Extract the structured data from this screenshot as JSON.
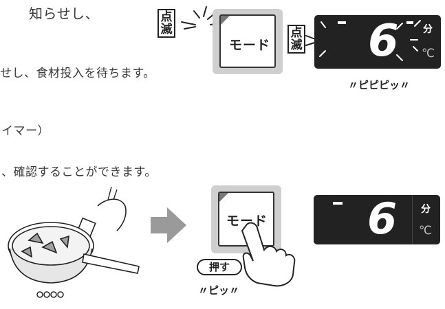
{
  "text_lines": [
    "知らせし、",
    "せし、食材投入を待ちます。",
    "イマー）",
    "、確認することができます。"
  ],
  "blink_tag": "点\n滅",
  "mode_button_label": "モード",
  "display": {
    "digit": "6",
    "unit_minutes": "分",
    "unit_celsius": "℃"
  },
  "sound_top": "ピピピッ",
  "sound_bottom": "ピッ",
  "press_label": "押す",
  "icons": [
    "blink-rays-icon",
    "mode-button-icon",
    "lcd-display-icon",
    "arrow-right-icon",
    "hand-icon",
    "frying-pan-icon",
    "burner-icon"
  ],
  "colors": {
    "lcd": "#222222",
    "button_frame": "#cfcfcf",
    "arrow": "#9a9a9a",
    "led": "#777777"
  }
}
